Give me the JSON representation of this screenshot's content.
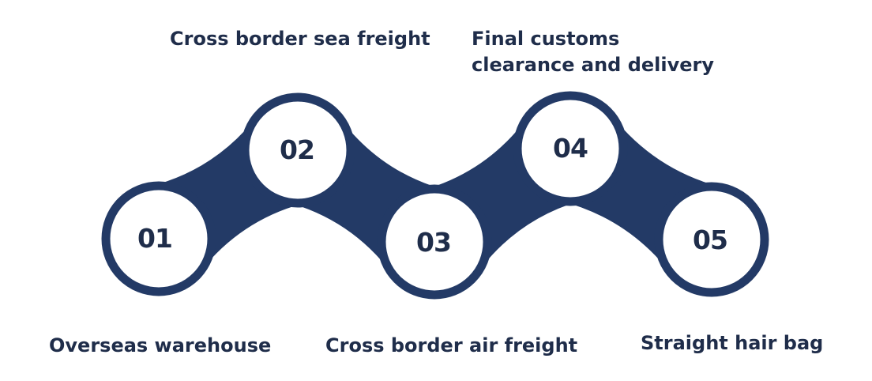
{
  "colors": {
    "ring": "#233a66",
    "fill": "#ffffff",
    "text": "#1f2d4a"
  },
  "steps": [
    {
      "number": "01",
      "label": "Overseas warehouse"
    },
    {
      "number": "02",
      "label": "Cross border sea freight"
    },
    {
      "number": "03",
      "label": "Cross border air freight"
    },
    {
      "number": "04",
      "label_lines": [
        "Final customs",
        "clearance and delivery"
      ]
    },
    {
      "number": "05",
      "label": "Straight hair bag"
    }
  ]
}
